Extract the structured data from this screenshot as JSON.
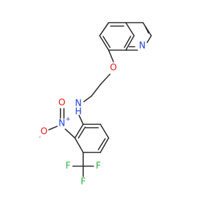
{
  "colors": {
    "bond": "#2b2b2b",
    "nitrogen": "#1f3fd6",
    "oxygen": "#e8191a",
    "fluorine": "#33b040"
  },
  "labels": {
    "quinoline_n": "N",
    "ether_o": "O",
    "amine_n": "N",
    "amine_h": "H",
    "nitro_n": "N",
    "nitro_plus": "+",
    "nitro_o_top": "O",
    "nitro_o_left": "O",
    "nitro_o_minus": "-",
    "f_left": "F",
    "f_right": "F",
    "f_bottom": "F"
  }
}
